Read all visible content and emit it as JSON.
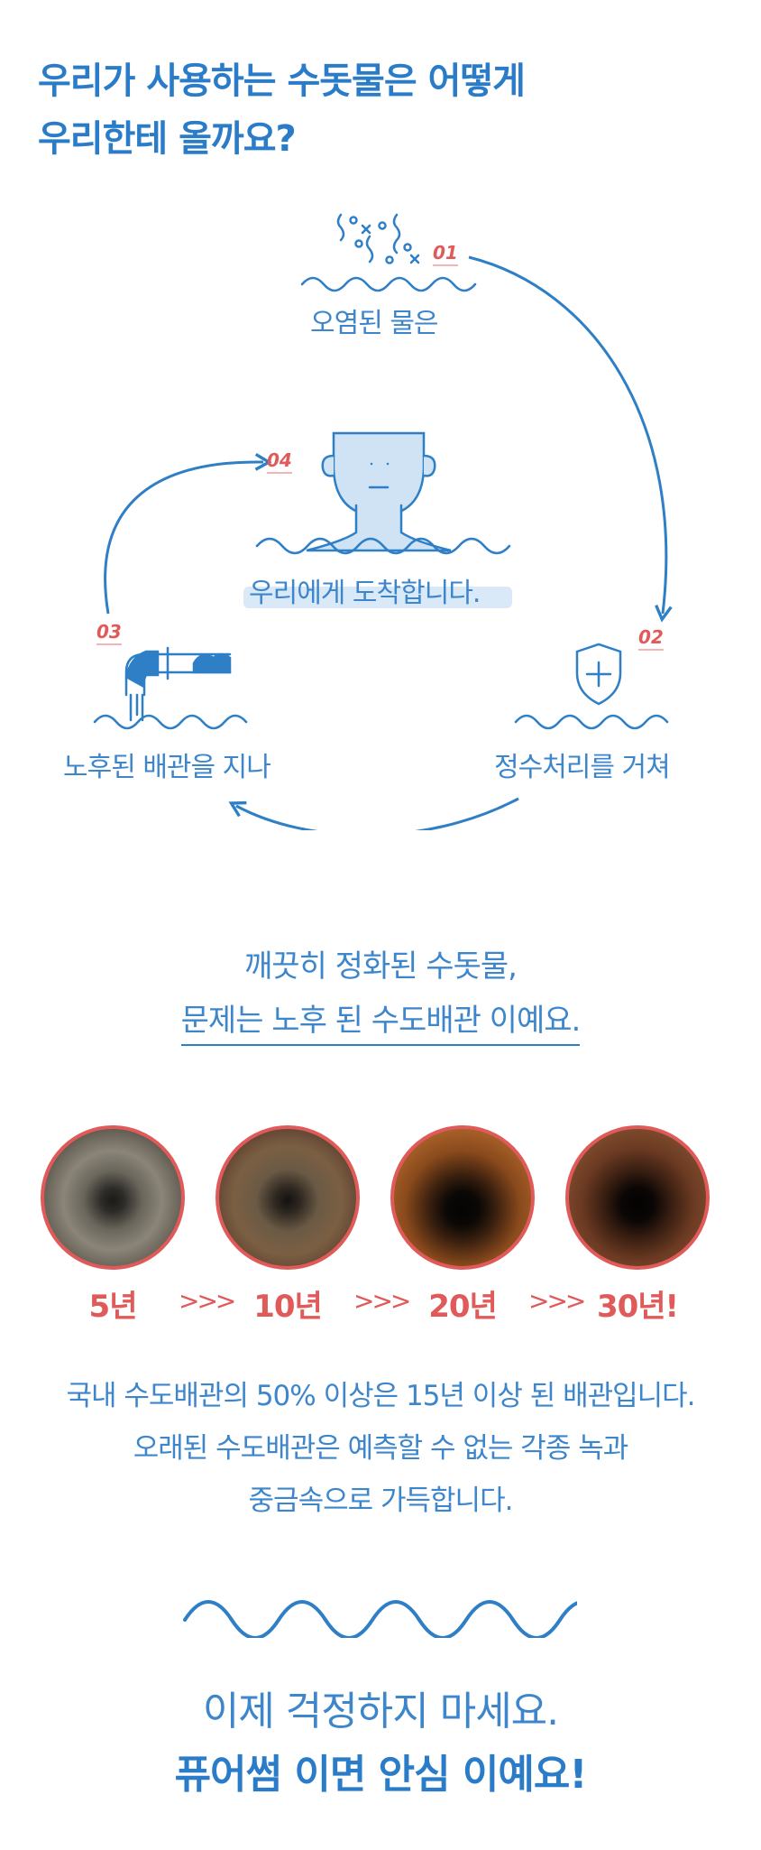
{
  "title": {
    "line1": "우리가 사용하는 수돗물은 어떻게",
    "line2": "우리한테 올까요?"
  },
  "cycle": {
    "step1": {
      "num": "01",
      "label": "오염된 물은"
    },
    "step2": {
      "num": "02",
      "label": "정수처리를 거쳐"
    },
    "step3": {
      "num": "03",
      "label": "노후된 배관을 지나"
    },
    "step4": {
      "num": "04",
      "label": "우리에게 도착합니다."
    }
  },
  "summary": {
    "line1": "깨끗히 정화된 수돗물,",
    "line2": "문제는 노후 된 수도배관 이예요."
  },
  "pipes": {
    "years": [
      "5년",
      "10년",
      "20년",
      "30년!"
    ],
    "separator": ">>>"
  },
  "info": {
    "line1": "국내 수도배관의 50% 이상은 15년 이상 된 배관입니다.",
    "line2": "오래된 수도배관은 예측할 수 없는 각종 녹과",
    "line3": "중금속으로 가득합니다."
  },
  "closing": {
    "line1": "이제  걱정하지 마세요.",
    "line2": "퓨어썸 이면 안심 이예요!"
  },
  "colors": {
    "primary": "#2e7fc6",
    "accent": "#e05a5a",
    "light_blue": "#cfe3f5"
  }
}
